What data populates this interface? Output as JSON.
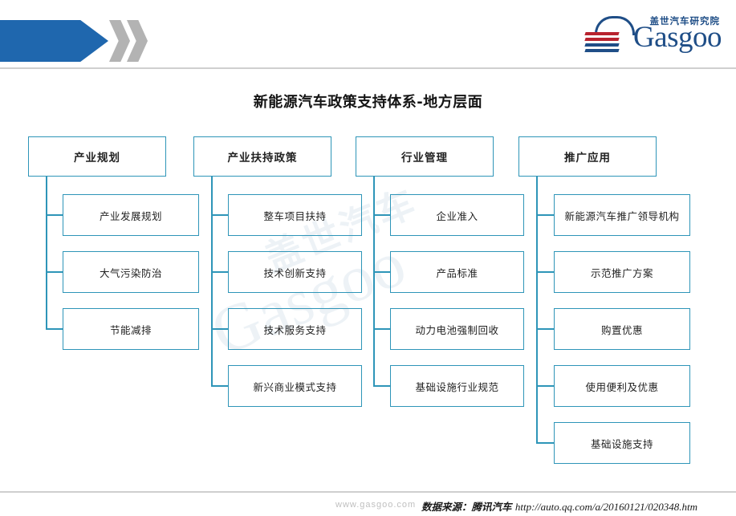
{
  "header": {
    "logo": {
      "chinese": "盖世汽车研究院",
      "wordmark": "Gasgoo"
    },
    "decor": {
      "blue_chevron_color": "#1F67AE",
      "gray_chevron_color": "#B3B3B3"
    }
  },
  "title": "新能源汽车政策支持体系-地方层面",
  "watermark": {
    "chinese": "盖世汽车",
    "english": "Gasgoo"
  },
  "theme": {
    "box_border": "#2E95B8",
    "connector": "#2E95B8",
    "text": "#222222",
    "rule": "#CFCFCF"
  },
  "diagram": {
    "type": "tree",
    "columns": [
      {
        "parent": "产业规划",
        "children": [
          "产业发展规划",
          "大气污染防治",
          "节能减排"
        ]
      },
      {
        "parent": "产业扶持政策",
        "children": [
          "整车项目扶持",
          "技术创新支持",
          "技术服务支持",
          "新兴商业模式支持"
        ]
      },
      {
        "parent": "行业管理",
        "children": [
          "企业准入",
          "产品标准",
          "动力电池强制回收",
          "基础设施行业规范"
        ]
      },
      {
        "parent": "推广应用",
        "children": [
          "新能源汽车推广领导机构",
          "示范推广方案",
          "购置优惠",
          "使用便利及优惠",
          "基础设施支持"
        ]
      }
    ]
  },
  "footer": {
    "site": "www.gasgoo.com",
    "source_label": "数据来源：腾讯汽车",
    "source_url": "http://auto.qq.com/a/20160121/020348.htm"
  }
}
